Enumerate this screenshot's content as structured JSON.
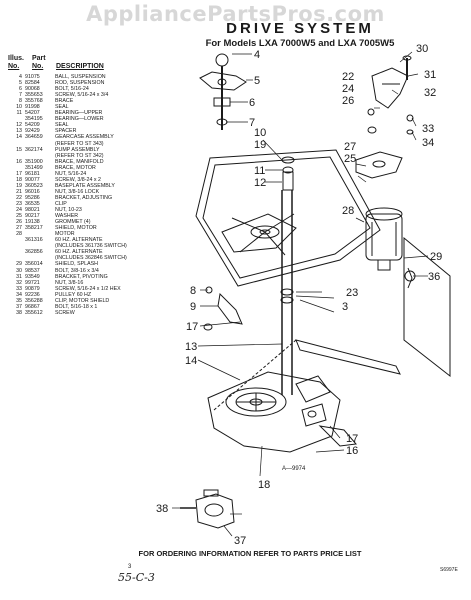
{
  "watermark": "AppliancePartsPros.com",
  "title": "DRIVE SYSTEM",
  "subtitle": "For Models LXA 7000W5 and LXA 7005W5",
  "parts_header": {
    "illus": "Illus.",
    "part": "Part",
    "no1": "No.",
    "no2": "No.",
    "description": "DESCRIPTION"
  },
  "parts": [
    {
      "n": "4",
      "p": "91075",
      "d": "BALL, SUSPENSION"
    },
    {
      "n": "5",
      "p": "82584",
      "d": "ROD, SUSPENSION"
    },
    {
      "n": "6",
      "p": "90068",
      "d": "BOLT, 5/16-24"
    },
    {
      "n": "7",
      "p": "355653",
      "d": "SCREW, 5/16-24 x 3/4"
    },
    {
      "n": "8",
      "p": "355768",
      "d": "BRACE"
    },
    {
      "n": "10",
      "p": "91998",
      "d": "SEAL"
    },
    {
      "n": "11",
      "p": "54207",
      "d": "BEARING—UPPER"
    },
    {
      "n": "",
      "p": "354195",
      "d": "BEARING—LOWER"
    },
    {
      "n": "12",
      "p": "54209",
      "d": "SEAL"
    },
    {
      "n": "13",
      "p": "92429",
      "d": "SPACER"
    },
    {
      "n": "14",
      "p": "364659",
      "d": "GEARCASE ASSEMBLY"
    },
    {
      "n": "",
      "p": "",
      "d": "(REFER TO ST 343)"
    },
    {
      "n": "15",
      "p": "362174",
      "d": "PUMP ASSEMBLY"
    },
    {
      "n": "",
      "p": "",
      "d": "(REFER TO ST 342)"
    },
    {
      "n": "16",
      "p": "351900",
      "d": "BRACE, MANIFOLD"
    },
    {
      "n": "",
      "p": "351499",
      "d": "BRACE, MOTOR"
    },
    {
      "n": "17",
      "p": "96181",
      "d": "NUT, 5/16-24"
    },
    {
      "n": "18",
      "p": "90077",
      "d": "SCREW, 3/8-24 x 2"
    },
    {
      "n": "19",
      "p": "360523",
      "d": "BASEPLATE ASSEMBLY"
    },
    {
      "n": "21",
      "p": "96016",
      "d": "NUT, 3/8-16 LOCK"
    },
    {
      "n": "22",
      "p": "95286",
      "d": "BRACKET, ADJUSTING"
    },
    {
      "n": "23",
      "p": "36535",
      "d": "CLIP"
    },
    {
      "n": "24",
      "p": "98021",
      "d": "NUT, 10-23"
    },
    {
      "n": "25",
      "p": "90217",
      "d": "WASHER"
    },
    {
      "n": "26",
      "p": "19138",
      "d": "GROMMET (4)"
    },
    {
      "n": "27",
      "p": "358217",
      "d": "SHIELD, MOTOR"
    },
    {
      "n": "28",
      "p": "",
      "d": "MOTOR"
    },
    {
      "n": "",
      "p": "361316",
      "d": "60 HZ. ALTERNATE"
    },
    {
      "n": "",
      "p": "",
      "d": "(INCLUDES 361736 SWITCH)"
    },
    {
      "n": "",
      "p": "362856",
      "d": "60 HZ. ALTERNATE"
    },
    {
      "n": "",
      "p": "",
      "d": "(INCLUDES 362846 SWITCH)"
    },
    {
      "n": "29",
      "p": "356014",
      "d": "SHIELD, SPLASH"
    },
    {
      "n": "30",
      "p": "98537",
      "d": "BOLT, 3/8-16 x 3/4"
    },
    {
      "n": "31",
      "p": "93549",
      "d": "BRACKET, PIVOTING"
    },
    {
      "n": "32",
      "p": "99721",
      "d": "NUT, 3/8-16"
    },
    {
      "n": "33",
      "p": "90879",
      "d": "SCREW, 5/16-24 x 1/2 HEX"
    },
    {
      "n": "34",
      "p": "92236",
      "d": "PULLEY 60 HZ"
    },
    {
      "n": "35",
      "p": "356288",
      "d": "CLIP, MOTOR SHIELD"
    },
    {
      "n": "37",
      "p": "96867",
      "d": "BOLT, 5/16-18 x 1"
    },
    {
      "n": "38",
      "p": "355612",
      "d": "SCREW"
    }
  ],
  "callouts": [
    "4",
    "5",
    "6",
    "7",
    "8",
    "9",
    "10",
    "11",
    "12",
    "13",
    "14",
    "16",
    "17",
    "18",
    "19",
    "22",
    "23",
    "24",
    "25",
    "26",
    "27",
    "28",
    "29",
    "30",
    "31",
    "32",
    "33",
    "34",
    "36",
    "37",
    "38",
    "17",
    "3"
  ],
  "diagram_code": "A—9974",
  "footer": "FOR ORDERING INFORMATION REFER TO PARTS PRICE LIST",
  "footer_code": "3",
  "handwritten": "55-C-3",
  "ref_code": "S6997E"
}
